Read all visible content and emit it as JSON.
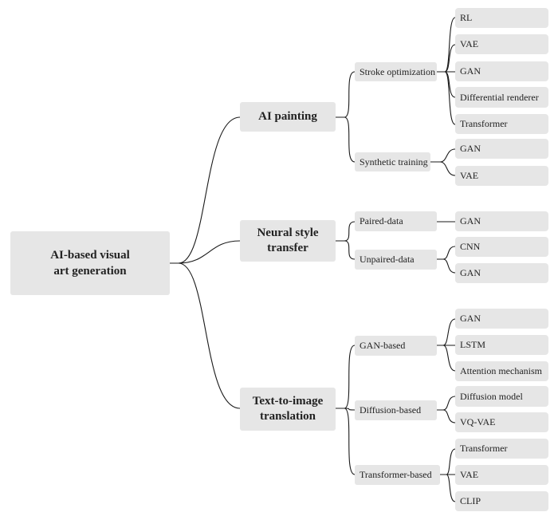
{
  "root": "AI-based visual\nart generation",
  "branches": [
    {
      "label": "AI painting",
      "subs": [
        {
          "label": "Stroke optimization",
          "leaves": [
            "RL",
            "VAE",
            "GAN",
            "Differential renderer",
            "Transformer"
          ]
        },
        {
          "label": "Synthetic training",
          "leaves": [
            "GAN",
            "VAE"
          ]
        }
      ]
    },
    {
      "label": "Neural style\ntransfer",
      "subs": [
        {
          "label": "Paired-data",
          "leaves": [
            "GAN"
          ]
        },
        {
          "label": "Unpaired-data",
          "leaves": [
            "CNN",
            "GAN"
          ]
        }
      ]
    },
    {
      "label": "Text-to-image\ntranslation",
      "subs": [
        {
          "label": "GAN-based",
          "leaves": [
            "GAN",
            "LSTM",
            "Attention mechanism"
          ]
        },
        {
          "label": "Diffusion-based",
          "leaves": [
            "Diffusion model",
            "VQ-VAE"
          ]
        },
        {
          "label": "Transformer-based",
          "leaves": [
            "Transformer",
            "VAE",
            "CLIP"
          ]
        }
      ]
    }
  ]
}
